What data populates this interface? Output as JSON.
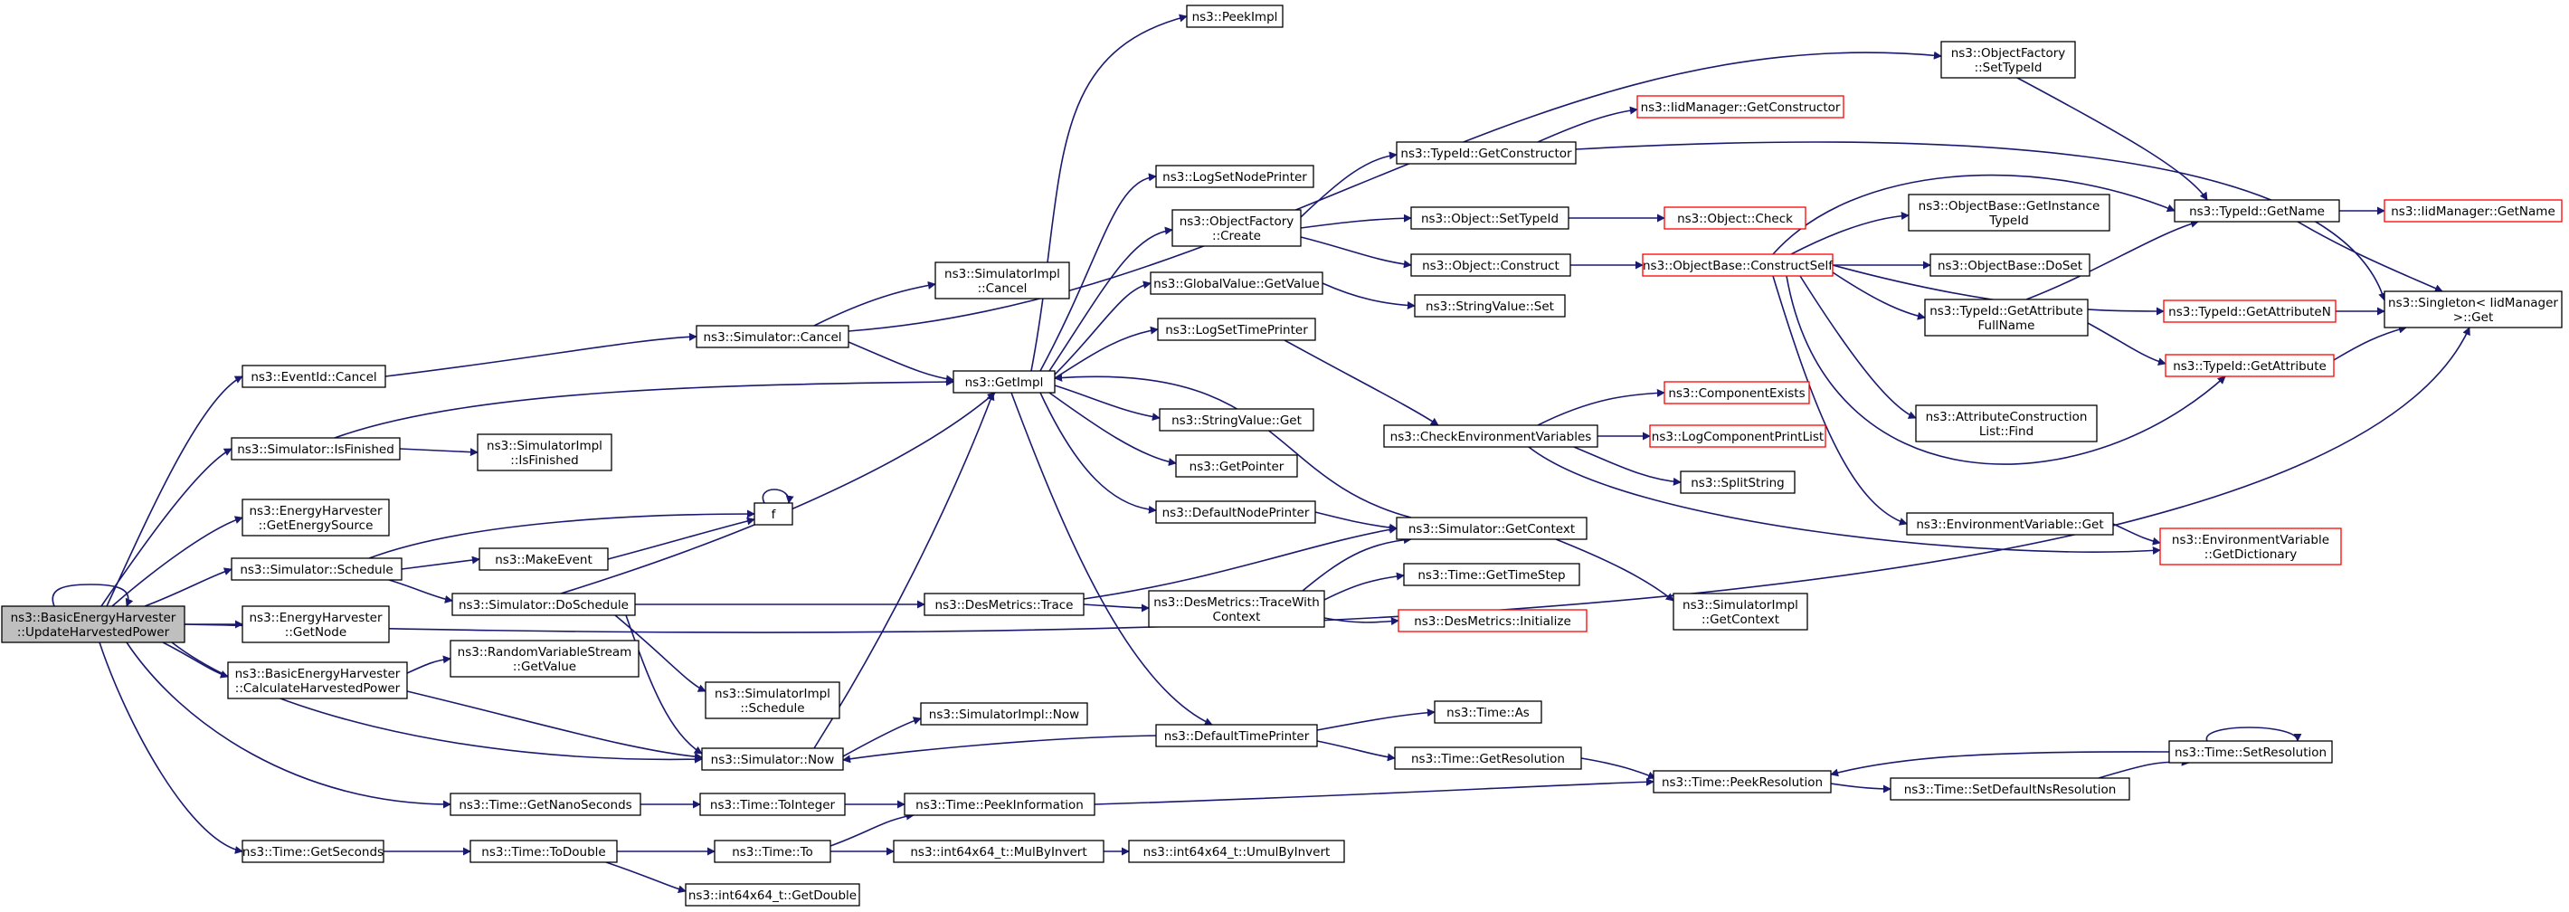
{
  "diagram": {
    "type": "call-graph",
    "colors": {
      "edge": "#191970",
      "node_border": "#000000",
      "node_border_external": "#ff0000",
      "root_fill": "#bfbfbf",
      "background": "#ffffff"
    },
    "nodes": [
      {
        "id": "root",
        "lines": [
          "ns3::BasicEnergyHarvester",
          "::UpdateHarvestedPower"
        ],
        "style": "root"
      },
      {
        "id": "eventid_cancel",
        "lines": [
          "ns3::EventId::Cancel"
        ]
      },
      {
        "id": "sim_isfinished",
        "lines": [
          "ns3::Simulator::IsFinished"
        ]
      },
      {
        "id": "eh_getenergysource",
        "lines": [
          "ns3::EnergyHarvester",
          "::GetEnergySource"
        ]
      },
      {
        "id": "sim_schedule",
        "lines": [
          "ns3::Simulator::Schedule"
        ]
      },
      {
        "id": "eh_getnode",
        "lines": [
          "ns3::EnergyHarvester",
          "::GetNode"
        ]
      },
      {
        "id": "beh_calc",
        "lines": [
          "ns3::BasicEnergyHarvester",
          "::CalculateHarvestedPower"
        ]
      },
      {
        "id": "time_getseconds",
        "lines": [
          "ns3::Time::GetSeconds"
        ]
      },
      {
        "id": "simimpl_isfinished",
        "lines": [
          "ns3::SimulatorImpl",
          "::IsFinished"
        ]
      },
      {
        "id": "f",
        "lines": [
          "f"
        ]
      },
      {
        "id": "makeevent",
        "lines": [
          "ns3::MakeEvent"
        ]
      },
      {
        "id": "sim_doschedule",
        "lines": [
          "ns3::Simulator::DoSchedule"
        ]
      },
      {
        "id": "rvs_getvalue",
        "lines": [
          "ns3::RandomVariableStream",
          "::GetValue"
        ]
      },
      {
        "id": "time_getnanoseconds",
        "lines": [
          "ns3::Time::GetNanoSeconds"
        ]
      },
      {
        "id": "time_todouble",
        "lines": [
          "ns3::Time::ToDouble"
        ]
      },
      {
        "id": "sim_cancel",
        "lines": [
          "ns3::Simulator::Cancel"
        ]
      },
      {
        "id": "simimpl_cancel",
        "lines": [
          "ns3::SimulatorImpl",
          "::Cancel"
        ]
      },
      {
        "id": "simimpl_schedule",
        "lines": [
          "ns3::SimulatorImpl",
          "::Schedule"
        ]
      },
      {
        "id": "sim_now",
        "lines": [
          "ns3::Simulator::Now"
        ]
      },
      {
        "id": "time_tointeger",
        "lines": [
          "ns3::Time::ToInteger"
        ]
      },
      {
        "id": "time_to",
        "lines": [
          "ns3::Time::To"
        ]
      },
      {
        "id": "int64_getdouble",
        "lines": [
          "ns3::int64x64_t::GetDouble"
        ]
      },
      {
        "id": "getimpl",
        "lines": [
          "ns3::GetImpl"
        ]
      },
      {
        "id": "desmetrics_trace",
        "lines": [
          "ns3::DesMetrics::Trace"
        ]
      },
      {
        "id": "simimpl_now",
        "lines": [
          "ns3::SimulatorImpl::Now"
        ]
      },
      {
        "id": "time_peekinformation",
        "lines": [
          "ns3::Time::PeekInformation"
        ]
      },
      {
        "id": "int64_mulbyinvert",
        "lines": [
          "ns3::int64x64_t::MulByInvert"
        ]
      },
      {
        "id": "peekimpl",
        "lines": [
          "ns3::PeekImpl"
        ]
      },
      {
        "id": "logsetnodeprinter",
        "lines": [
          "ns3::LogSetNodePrinter"
        ]
      },
      {
        "id": "objfactory_create",
        "lines": [
          "ns3::ObjectFactory",
          "::Create"
        ]
      },
      {
        "id": "globalvalue_getvalue",
        "lines": [
          "ns3::GlobalValue::GetValue"
        ]
      },
      {
        "id": "logsettimeprinter",
        "lines": [
          "ns3::LogSetTimePrinter"
        ]
      },
      {
        "id": "stringvalue_get",
        "lines": [
          "ns3::StringValue::Get"
        ]
      },
      {
        "id": "getpointer",
        "lines": [
          "ns3::GetPointer"
        ]
      },
      {
        "id": "defaultnodeprinter",
        "lines": [
          "ns3::DefaultNodePrinter"
        ]
      },
      {
        "id": "desmetrics_tracewithcontext",
        "lines": [
          "ns3::DesMetrics::TraceWith",
          "Context"
        ]
      },
      {
        "id": "defaulttimeprinter",
        "lines": [
          "ns3::DefaultTimePrinter"
        ]
      },
      {
        "id": "int64_umulbyinvert",
        "lines": [
          "ns3::int64x64_t::UmulByInvert"
        ]
      },
      {
        "id": "typeid_getconstructor",
        "lines": [
          "ns3::TypeId::GetConstructor"
        ]
      },
      {
        "id": "object_settypeid",
        "lines": [
          "ns3::Object::SetTypeId"
        ]
      },
      {
        "id": "object_construct",
        "lines": [
          "ns3::Object::Construct"
        ]
      },
      {
        "id": "stringvalue_set",
        "lines": [
          "ns3::StringValue::Set"
        ]
      },
      {
        "id": "checkenvvars",
        "lines": [
          "ns3::CheckEnvironmentVariables"
        ]
      },
      {
        "id": "sim_getcontext",
        "lines": [
          "ns3::Simulator::GetContext"
        ]
      },
      {
        "id": "time_gettimestep",
        "lines": [
          "ns3::Time::GetTimeStep"
        ]
      },
      {
        "id": "desmetrics_initialize",
        "lines": [
          "ns3::DesMetrics::Initialize"
        ],
        "style": "red"
      },
      {
        "id": "time_as",
        "lines": [
          "ns3::Time::As"
        ]
      },
      {
        "id": "time_getresolution",
        "lines": [
          "ns3::Time::GetResolution"
        ]
      },
      {
        "id": "iidmanager_getconstructor",
        "lines": [
          "ns3::IidManager::GetConstructor"
        ],
        "style": "red"
      },
      {
        "id": "object_check",
        "lines": [
          "ns3::Object::Check"
        ],
        "style": "red"
      },
      {
        "id": "objbase_constructself",
        "lines": [
          "ns3::ObjectBase::ConstructSelf"
        ],
        "style": "red"
      },
      {
        "id": "componentexists",
        "lines": [
          "ns3::ComponentExists"
        ],
        "style": "red"
      },
      {
        "id": "logcomponentprintlist",
        "lines": [
          "ns3::LogComponentPrintList"
        ],
        "style": "red"
      },
      {
        "id": "splitstring",
        "lines": [
          "ns3::SplitString"
        ]
      },
      {
        "id": "simimpl_getcontext",
        "lines": [
          "ns3::SimulatorImpl",
          "::GetContext"
        ]
      },
      {
        "id": "time_peekresolution",
        "lines": [
          "ns3::Time::PeekResolution"
        ]
      },
      {
        "id": "objfactory_settypeid",
        "lines": [
          "ns3::ObjectFactory",
          "::SetTypeId"
        ]
      },
      {
        "id": "objbase_getinstancetypeid",
        "lines": [
          "ns3::ObjectBase::GetInstance",
          "TypeId"
        ]
      },
      {
        "id": "objbase_doset",
        "lines": [
          "ns3::ObjectBase::DoSet"
        ]
      },
      {
        "id": "typeid_getattributefullname",
        "lines": [
          "ns3::TypeId::GetAttribute",
          "FullName"
        ]
      },
      {
        "id": "attrconstructionlist_find",
        "lines": [
          "ns3::AttributeConstruction",
          "List::Find"
        ]
      },
      {
        "id": "envvar_get",
        "lines": [
          "ns3::EnvironmentVariable::Get"
        ]
      },
      {
        "id": "time_setdefaultnsresolution",
        "lines": [
          "ns3::Time::SetDefaultNsResolution"
        ]
      },
      {
        "id": "typeid_getname",
        "lines": [
          "ns3::TypeId::GetName"
        ]
      },
      {
        "id": "typeid_getattributen",
        "lines": [
          "ns3::TypeId::GetAttributeN"
        ],
        "style": "red"
      },
      {
        "id": "typeid_getattribute",
        "lines": [
          "ns3::TypeId::GetAttribute"
        ],
        "style": "red"
      },
      {
        "id": "envvar_getdictionary",
        "lines": [
          "ns3::EnvironmentVariable",
          "::GetDictionary"
        ],
        "style": "red"
      },
      {
        "id": "time_setresolution",
        "lines": [
          "ns3::Time::SetResolution"
        ]
      },
      {
        "id": "iidmanager_getname",
        "lines": [
          "ns3::IidManager::GetName"
        ],
        "style": "red"
      },
      {
        "id": "singleton_get",
        "lines": [
          "ns3::Singleton< IidManager",
          " >::Get"
        ]
      }
    ],
    "edges": [
      [
        "root",
        "root"
      ],
      [
        "root",
        "eventid_cancel"
      ],
      [
        "root",
        "sim_isfinished"
      ],
      [
        "root",
        "eh_getenergysource"
      ],
      [
        "root",
        "sim_schedule"
      ],
      [
        "root",
        "eh_getnode"
      ],
      [
        "root",
        "beh_calc"
      ],
      [
        "root",
        "sim_now"
      ],
      [
        "root",
        "time_getnanoseconds"
      ],
      [
        "root",
        "time_getseconds"
      ],
      [
        "root",
        "singleton_get"
      ],
      [
        "eventid_cancel",
        "sim_cancel"
      ],
      [
        "sim_isfinished",
        "getimpl"
      ],
      [
        "sim_isfinished",
        "simimpl_isfinished"
      ],
      [
        "sim_schedule",
        "f"
      ],
      [
        "sim_schedule",
        "makeevent"
      ],
      [
        "sim_schedule",
        "sim_doschedule"
      ],
      [
        "makeevent",
        "f"
      ],
      [
        "f",
        "f"
      ],
      [
        "sim_doschedule",
        "getimpl"
      ],
      [
        "sim_doschedule",
        "desmetrics_trace"
      ],
      [
        "sim_doschedule",
        "simimpl_schedule"
      ],
      [
        "sim_doschedule",
        "sim_now"
      ],
      [
        "beh_calc",
        "rvs_getvalue"
      ],
      [
        "beh_calc",
        "sim_now"
      ],
      [
        "time_getnanoseconds",
        "time_tointeger"
      ],
      [
        "time_getseconds",
        "time_todouble"
      ],
      [
        "time_todouble",
        "time_to"
      ],
      [
        "time_todouble",
        "int64_getdouble"
      ],
      [
        "time_tointeger",
        "time_peekinformation"
      ],
      [
        "time_to",
        "time_peekinformation"
      ],
      [
        "time_to",
        "int64_mulbyinvert"
      ],
      [
        "int64_mulbyinvert",
        "int64_umulbyinvert"
      ],
      [
        "sim_cancel",
        "simimpl_cancel"
      ],
      [
        "sim_cancel",
        "getimpl"
      ],
      [
        "sim_cancel",
        "objfactory_settypeid"
      ],
      [
        "sim_now",
        "getimpl"
      ],
      [
        "sim_now",
        "simimpl_now"
      ],
      [
        "getimpl",
        "peekimpl"
      ],
      [
        "getimpl",
        "logsetnodeprinter"
      ],
      [
        "getimpl",
        "objfactory_create"
      ],
      [
        "getimpl",
        "globalvalue_getvalue"
      ],
      [
        "getimpl",
        "logsettimeprinter"
      ],
      [
        "getimpl",
        "stringvalue_get"
      ],
      [
        "getimpl",
        "getpointer"
      ],
      [
        "getimpl",
        "defaultnodeprinter"
      ],
      [
        "getimpl",
        "defaulttimeprinter"
      ],
      [
        "desmetrics_trace",
        "desmetrics_tracewithcontext"
      ],
      [
        "desmetrics_trace",
        "sim_getcontext"
      ],
      [
        "desmetrics_tracewithcontext",
        "sim_getcontext"
      ],
      [
        "desmetrics_tracewithcontext",
        "time_gettimestep"
      ],
      [
        "desmetrics_tracewithcontext",
        "desmetrics_initialize"
      ],
      [
        "defaulttimeprinter",
        "sim_now"
      ],
      [
        "defaulttimeprinter",
        "time_as"
      ],
      [
        "defaulttimeprinter",
        "time_getresolution"
      ],
      [
        "time_peekinformation",
        "time_peekresolution"
      ],
      [
        "objfactory_create",
        "typeid_getconstructor"
      ],
      [
        "objfactory_create",
        "object_settypeid"
      ],
      [
        "objfactory_create",
        "object_construct"
      ],
      [
        "typeid_getconstructor",
        "iidmanager_getconstructor"
      ],
      [
        "typeid_getconstructor",
        "singleton_get"
      ],
      [
        "object_settypeid",
        "object_check"
      ],
      [
        "object_construct",
        "objbase_constructself"
      ],
      [
        "globalvalue_getvalue",
        "stringvalue_set"
      ],
      [
        "logsettimeprinter",
        "checkenvvars"
      ],
      [
        "defaultnodeprinter",
        "sim_getcontext"
      ],
      [
        "sim_getcontext",
        "simimpl_getcontext"
      ],
      [
        "sim_getcontext",
        "getimpl"
      ],
      [
        "checkenvvars",
        "componentexists"
      ],
      [
        "checkenvvars",
        "logcomponentprintlist"
      ],
      [
        "checkenvvars",
        "splitstring"
      ],
      [
        "checkenvvars",
        "envvar_getdictionary"
      ],
      [
        "time_getresolution",
        "time_peekresolution"
      ],
      [
        "objbase_constructself",
        "objbase_getinstancetypeid"
      ],
      [
        "objbase_constructself",
        "objbase_doset"
      ],
      [
        "objbase_constructself",
        "typeid_getname"
      ],
      [
        "objbase_constructself",
        "typeid_getattributen"
      ],
      [
        "objbase_constructself",
        "typeid_getattributefullname"
      ],
      [
        "objbase_constructself",
        "attrconstructionlist_find"
      ],
      [
        "objbase_constructself",
        "envvar_get"
      ],
      [
        "objbase_constructself",
        "typeid_getattribute"
      ],
      [
        "typeid_getattributefullname",
        "typeid_getname"
      ],
      [
        "typeid_getattributefullname",
        "typeid_getattribute"
      ],
      [
        "envvar_get",
        "envvar_getdictionary"
      ],
      [
        "objfactory_settypeid",
        "typeid_getname"
      ],
      [
        "typeid_getname",
        "iidmanager_getname"
      ],
      [
        "typeid_getname",
        "singleton_get"
      ],
      [
        "typeid_getattributen",
        "singleton_get"
      ],
      [
        "typeid_getattribute",
        "singleton_get"
      ],
      [
        "time_peekresolution",
        "time_setdefaultnsresolution"
      ],
      [
        "time_setdefaultnsresolution",
        "time_setresolution"
      ],
      [
        "time_setresolution",
        "time_setresolution"
      ],
      [
        "time_setresolution",
        "time_peekresolution"
      ]
    ]
  }
}
